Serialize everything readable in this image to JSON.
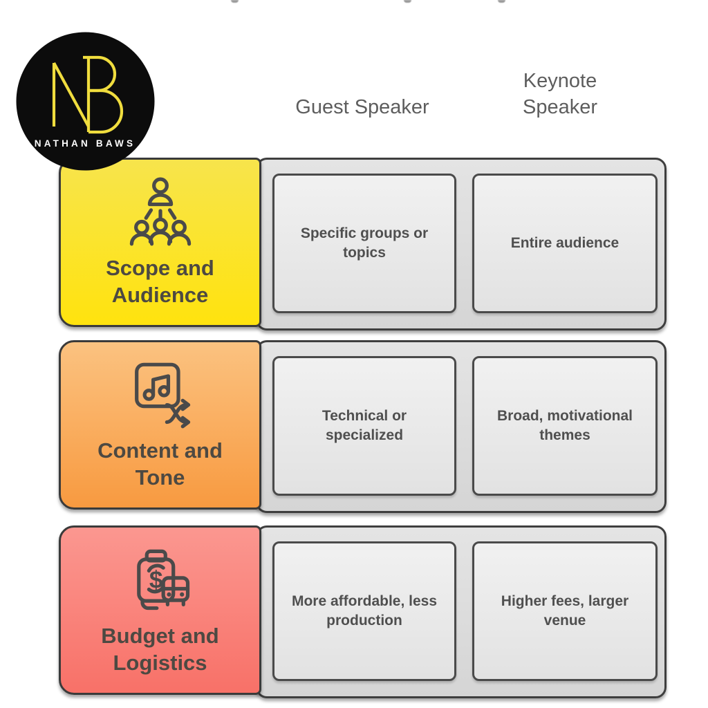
{
  "canvas": {
    "background": "#ffffff"
  },
  "logo": {
    "monogram": "NB",
    "brand": "NATHAN BAWS",
    "circle_color": "#0c0c0c",
    "monogram_color": "#f0dd3e",
    "brand_text_color": "#ffffff"
  },
  "columns": [
    {
      "label": "Guest Speaker"
    },
    {
      "label": "Keynote Speaker"
    }
  ],
  "rows": [
    {
      "category": "Scope and Audience",
      "icon": "presenter-audience-icon",
      "accent_top": "#f7e44c",
      "accent_bottom": "#ffe30e",
      "cells": [
        {
          "column": "Guest Speaker",
          "text": "Specific groups or topics"
        },
        {
          "column": "Keynote Speaker",
          "text": "Entire audience"
        }
      ]
    },
    {
      "category": "Content and Tone",
      "icon": "music-shuffle-icon",
      "accent_top": "#fbc280",
      "accent_bottom": "#f89a40",
      "cells": [
        {
          "column": "Guest Speaker",
          "text": "Technical or specialized"
        },
        {
          "column": "Keynote Speaker",
          "text": "Broad, motivational themes"
        }
      ]
    },
    {
      "category": "Budget and Logistics",
      "icon": "money-bus-icon",
      "accent_top": "#fb9790",
      "accent_bottom": "#f87168",
      "cells": [
        {
          "column": "Guest Speaker",
          "text": "More affordable, less production"
        },
        {
          "column": "Keynote Speaker",
          "text": "Higher fees, larger venue"
        }
      ]
    }
  ],
  "styles": {
    "row_fill": "#dcdcdc",
    "row_border": "#3e3e3e",
    "cell_fill": "#ededed",
    "cell_border": "#4a4a4a",
    "cell_text_color": "#4f4f4f",
    "category_text_color": "#4d4942",
    "header_text_color": "#5d5d5d"
  }
}
